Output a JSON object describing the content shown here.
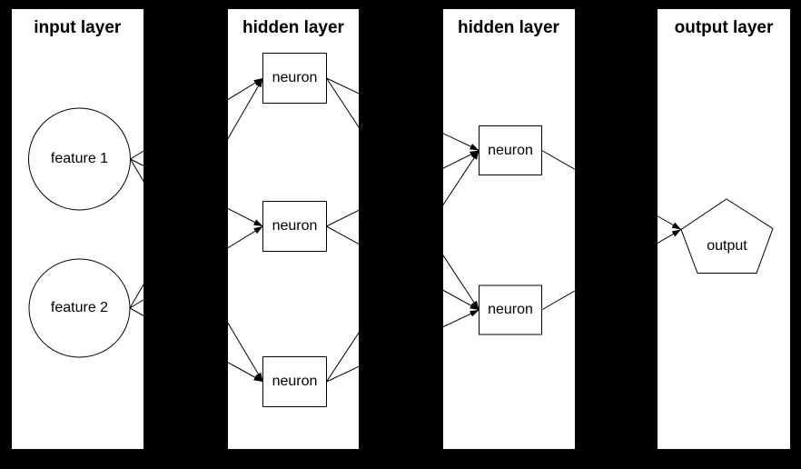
{
  "diagram": {
    "type": "neural-network",
    "colors": {
      "background": "#000000",
      "panel": "#ffffff",
      "stroke": "#000000",
      "text": "#000000"
    },
    "layers": [
      {
        "title": "input layer",
        "nodes": [
          {
            "id": "feature1",
            "label": "feature 1",
            "shape": "circle"
          },
          {
            "id": "feature2",
            "label": "feature 2",
            "shape": "circle"
          }
        ]
      },
      {
        "title": "hidden layer",
        "nodes": [
          {
            "id": "h1n1",
            "label": "neuron",
            "shape": "rect"
          },
          {
            "id": "h1n2",
            "label": "neuron",
            "shape": "rect"
          },
          {
            "id": "h1n3",
            "label": "neuron",
            "shape": "rect"
          }
        ]
      },
      {
        "title": "hidden layer",
        "nodes": [
          {
            "id": "h2n1",
            "label": "neuron",
            "shape": "rect"
          },
          {
            "id": "h2n2",
            "label": "neuron",
            "shape": "rect"
          }
        ]
      },
      {
        "title": "output layer",
        "nodes": [
          {
            "id": "out1",
            "label": "output",
            "shape": "pentagon"
          }
        ]
      }
    ],
    "edges": [
      {
        "from": "feature1",
        "to": "h1n1"
      },
      {
        "from": "feature1",
        "to": "h1n2"
      },
      {
        "from": "feature1",
        "to": "h1n3"
      },
      {
        "from": "feature2",
        "to": "h1n1"
      },
      {
        "from": "feature2",
        "to": "h1n2"
      },
      {
        "from": "feature2",
        "to": "h1n3"
      },
      {
        "from": "h1n1",
        "to": "h2n1"
      },
      {
        "from": "h1n1",
        "to": "h2n2"
      },
      {
        "from": "h1n2",
        "to": "h2n1"
      },
      {
        "from": "h1n2",
        "to": "h2n2"
      },
      {
        "from": "h1n3",
        "to": "h2n1"
      },
      {
        "from": "h1n3",
        "to": "h2n2"
      },
      {
        "from": "h2n1",
        "to": "out1"
      },
      {
        "from": "h2n2",
        "to": "out1"
      }
    ]
  }
}
